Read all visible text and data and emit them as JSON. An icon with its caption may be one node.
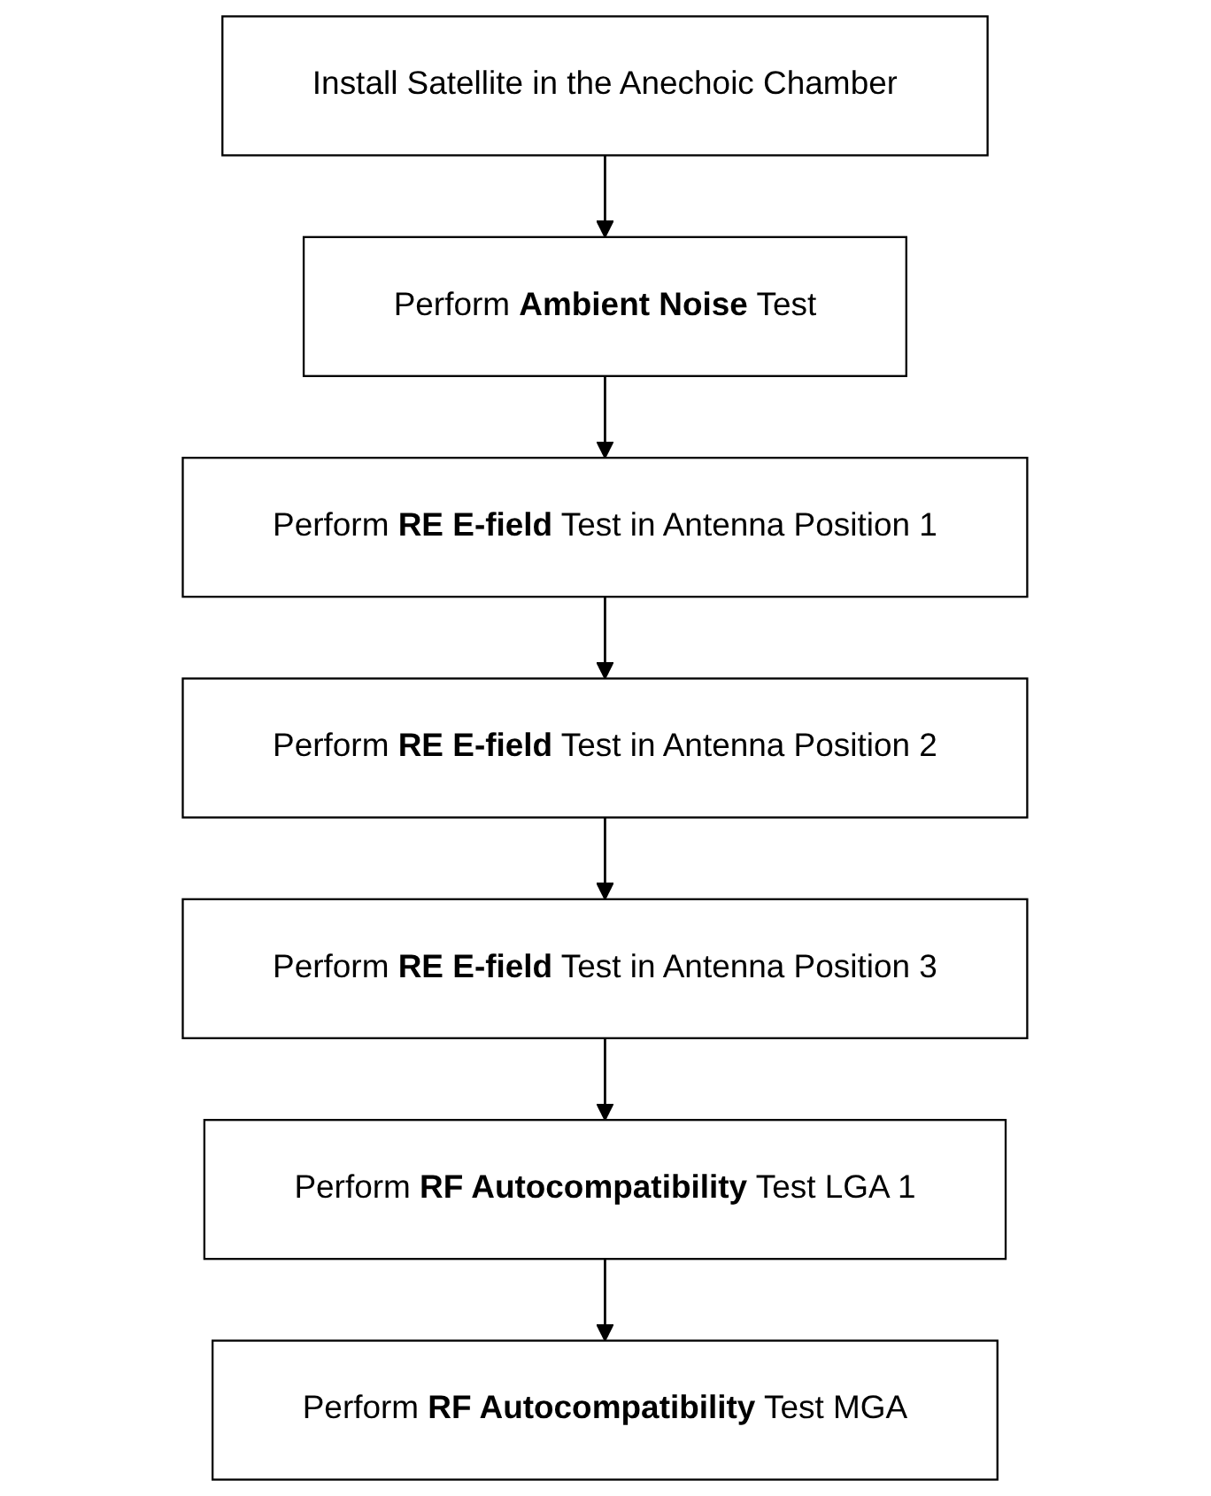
{
  "diagram": {
    "nodes": [
      {
        "text": [
          "Install Satellite in the Anechoic Chamber"
        ]
      },
      {
        "text": [
          "Perform **Ambient Noise** Test"
        ]
      },
      {
        "text": [
          "Perform **RE E-field** Test in Antenna Position 1"
        ]
      },
      {
        "text": [
          "Perform **RE E-field** Test in Antenna Position 2"
        ]
      },
      {
        "text": [
          "Perform **RE E-field** Test in Antenna Position 3"
        ]
      },
      {
        "text": [
          "Perform **RF Autocompatibility** Test LGA 1"
        ]
      },
      {
        "text": [
          "Perform **RF Autocompatibility** Test MGA"
        ]
      }
    ],
    "edges": [
      {
        "from": 0,
        "to": 1,
        "arrow": "to"
      },
      {
        "from": 1,
        "to": 2,
        "arrow": "to"
      },
      {
        "from": 2,
        "to": 3,
        "arrow": "to"
      },
      {
        "from": 3,
        "to": 4,
        "arrow": "to"
      },
      {
        "from": 4,
        "to": 5,
        "arrow": "to"
      },
      {
        "from": 5,
        "to": 6,
        "arrow": "to"
      }
    ]
  }
}
